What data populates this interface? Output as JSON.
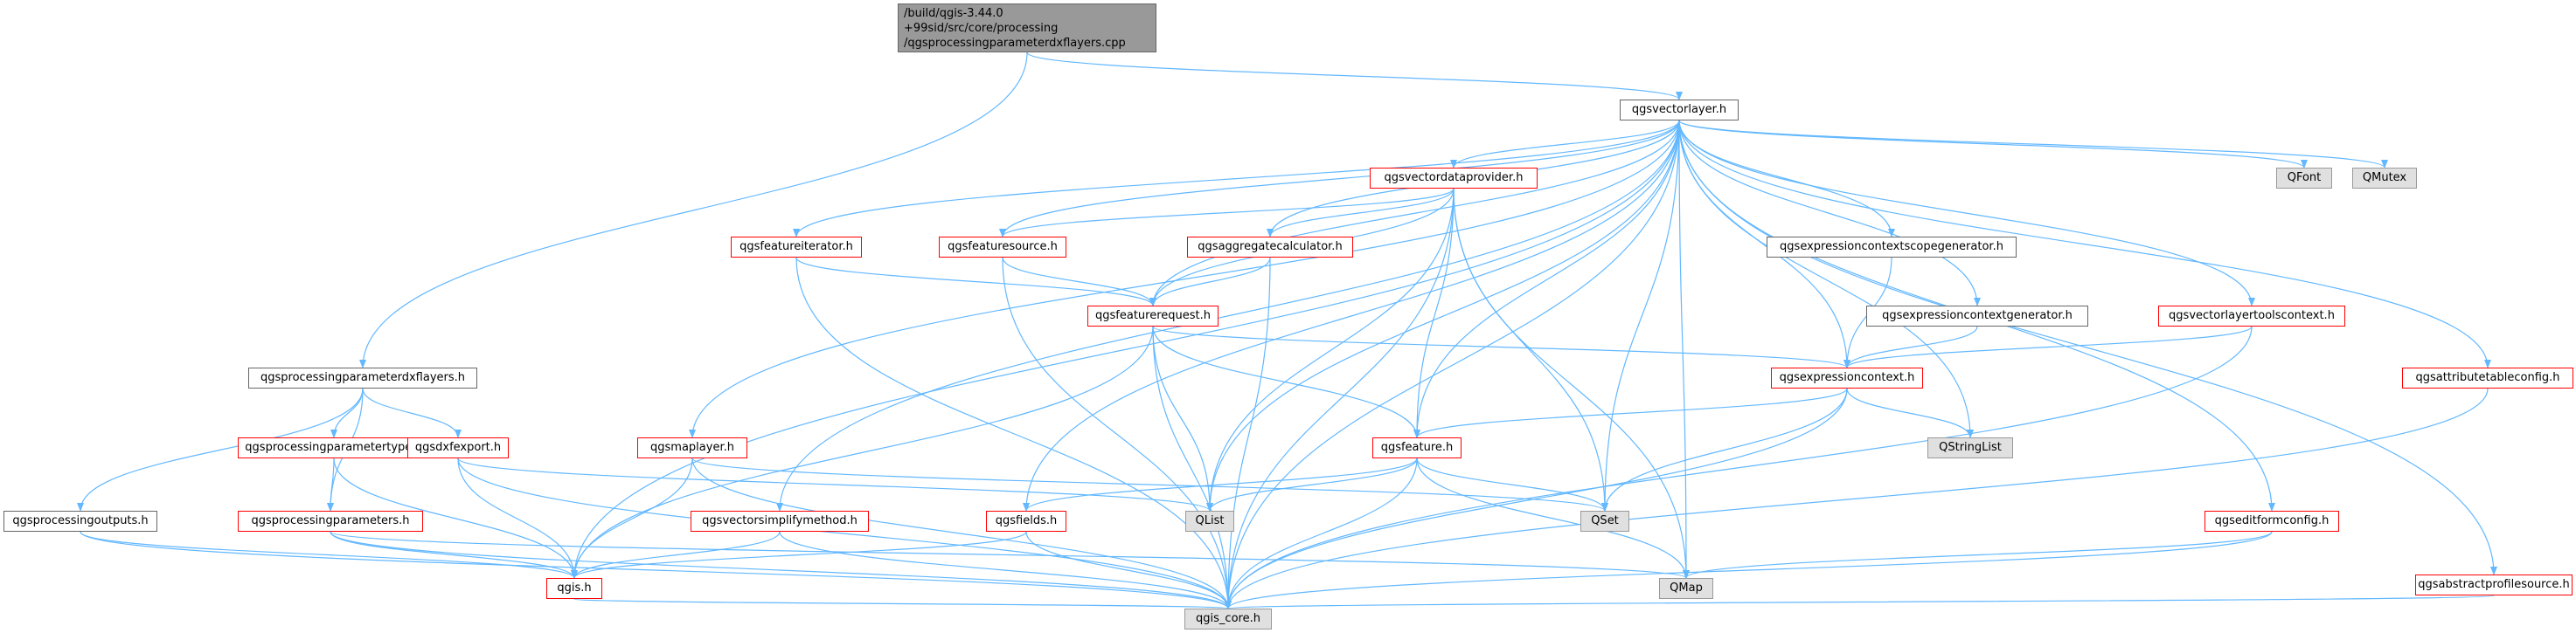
{
  "diagram": {
    "edge_color": "#63b8ff",
    "colors": {
      "root_fill": "#999999",
      "node_border": "#666666",
      "node_border_missing_docs": "#ff0000",
      "external_fill": "#e0e0e0",
      "external_border": "#999999"
    },
    "root": {
      "line1": "/build/qgis-3.44.0",
      "line2": "+99sid/src/core/processing",
      "line3": "/qgsprocessingparameterdxflayers.cpp"
    },
    "nodes": {
      "qgsvectorlayer": "qgsvectorlayer.h",
      "qgsprocessingparameterdxflayers": "qgsprocessingparameterdxflayers.h",
      "qgsvectordataprovider": "qgsvectordataprovider.h",
      "qfont": "QFont",
      "qmutex": "QMutex",
      "qgsfeatureiterator": "qgsfeatureiterator.h",
      "qgsfeaturesource": "qgsfeaturesource.h",
      "qgsaggregatecalculator": "qgsaggregatecalculator.h",
      "qgsexpressioncontextscopegenerator": "qgsexpressioncontextscopegenerator.h",
      "qgsfeaturerequest": "qgsfeaturerequest.h",
      "qgsexpressioncontextgenerator": "qgsexpressioncontextgenerator.h",
      "qgsvectorlayertoolscontext": "qgsvectorlayertoolscontext.h",
      "qgsexpressioncontext": "qgsexpressioncontext.h",
      "qgsattributetableconfig": "qgsattributetableconfig.h",
      "qgsprocessingparametertype": "qgsprocessingparametertype.h",
      "qgsdxfexport": "qgsdxfexport.h",
      "qgsmaplayer": "qgsmaplayer.h",
      "qgsfeature": "qgsfeature.h",
      "qstringlist": "QStringList",
      "qgsprocessingoutputs": "qgsprocessingoutputs.h",
      "qgsprocessingparameters": "qgsprocessingparameters.h",
      "qgsvectorsimplifymethod": "qgsvectorsimplifymethod.h",
      "qgsfields": "qgsfields.h",
      "qlist": "QList",
      "qset": "QSet",
      "qgseditformconfig": "qgseditformconfig.h",
      "qgis": "qgis.h",
      "qmap": "QMap",
      "qgsabstractprofilesource": "qgsabstractprofilesource.h",
      "qgis_core": "qgis_core.h"
    }
  }
}
